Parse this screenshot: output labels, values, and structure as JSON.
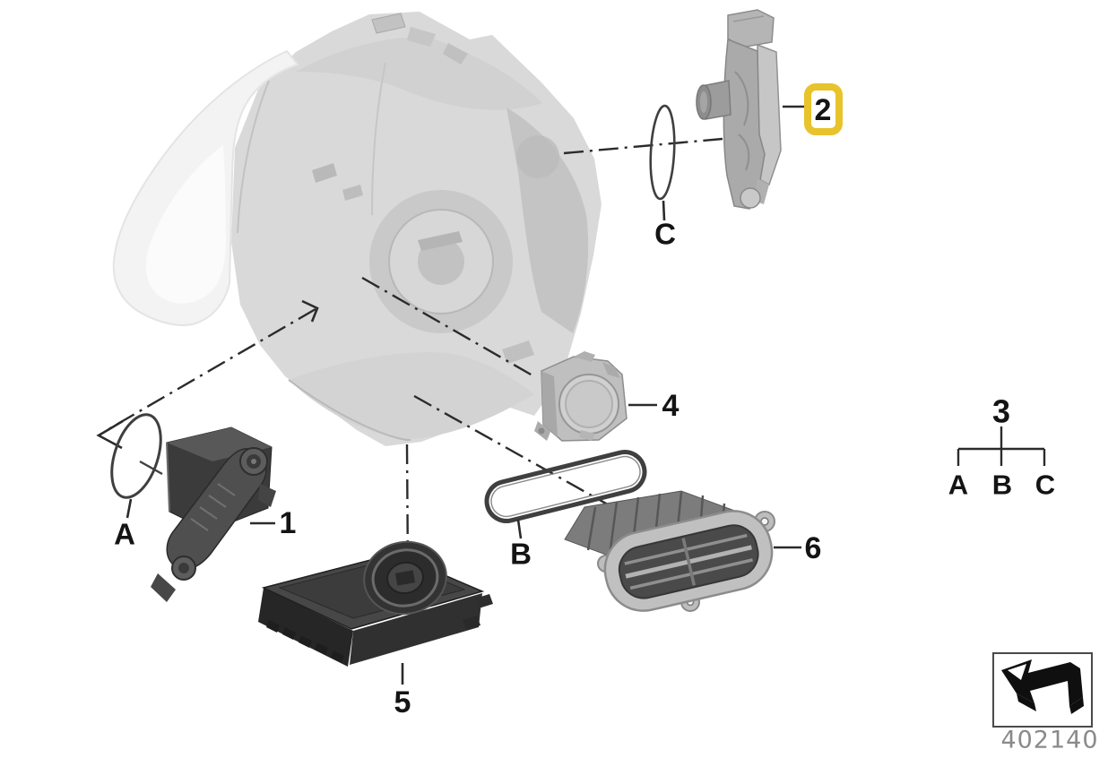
{
  "diagram": {
    "callouts": {
      "part1": "1",
      "part2": "2",
      "part3": "3",
      "part4": "4",
      "part5": "5",
      "part6": "6",
      "gasket_a": "A",
      "gasket_b": "B",
      "gasket_c": "C"
    },
    "highlight": {
      "part": "2",
      "color": "#E8C32B"
    },
    "legend_tree": {
      "parent": "3",
      "children": [
        "A",
        "B",
        "C"
      ]
    },
    "footer": {
      "diagram_number": "402140",
      "icon": "direction-arrow-icon"
    }
  }
}
